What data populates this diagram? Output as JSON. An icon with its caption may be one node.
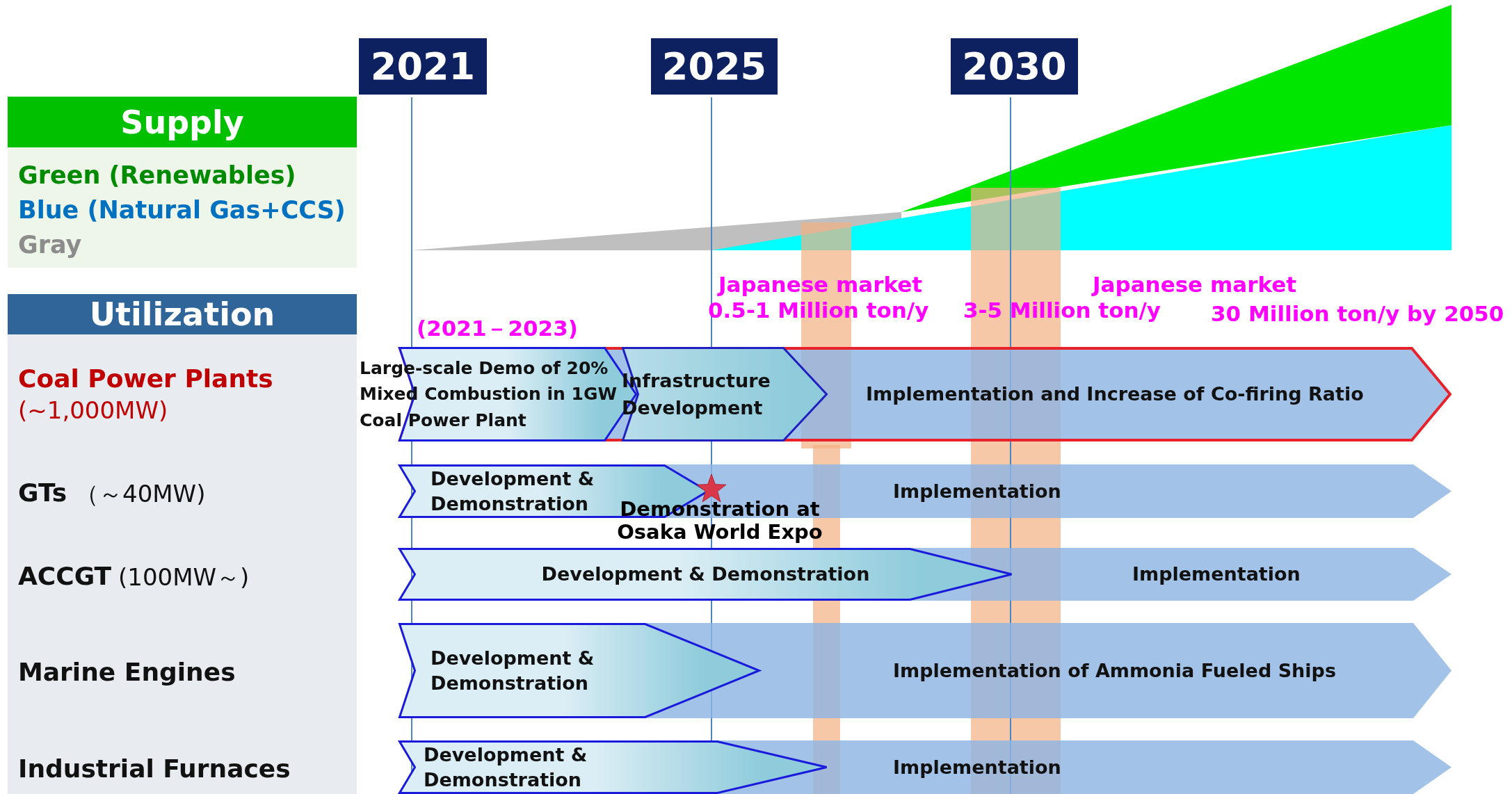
{
  "diagram": {
    "nodes": [
      {
        "text": [
          "2021"
        ]
      },
      {
        "text": [
          "2025"
        ]
      },
      {
        "text": [
          "2030"
        ]
      },
      {
        "text": [
          "Supply"
        ]
      },
      {
        "text": [
          "Utilization"
        ]
      },
      {
        "text": [
          "Implementation and Increase of Co-firing Ratio"
        ]
      },
      {
        "text": [
          "Large-scale Demo of 20% Mixed Combustion in 1GW Coal Power Plant"
        ],
        "in": 5
      },
      {
        "text": [
          "Infrastructure Development"
        ],
        "in": 5
      },
      {
        "text": [
          "Implementation"
        ]
      },
      {
        "text": [
          "Development & Demonstration"
        ],
        "in": 8
      },
      {
        "text": [],
        "shape": "star",
        "beside": [
          "Demonstration at Osaka World Expo"
        ],
        "in": 8
      },
      {
        "text": [
          "Implementation"
        ]
      },
      {
        "text": [
          "Development & Demonstration"
        ],
        "in": 11
      },
      {
        "text": [
          "Implementation of Ammonia Fueled Ships"
        ]
      },
      {
        "text": [
          "Development & Demonstration"
        ],
        "in": 13
      },
      {
        "text": [
          "Implementation"
        ]
      },
      {
        "text": [
          "Development & Demonstration"
        ],
        "in": 15
      }
    ],
    "labels": [
      "Japanese market",
      "0.5-1 Million ton/y",
      "Japanese market",
      "3-5 Million ton/y",
      "30 Million ton/y by 2050",
      "(2021－2023)",
      "Coal Power Plants",
      "(~1,000MW)",
      "GTs",
      "（～40MW)",
      "ACCGT",
      "(100MW～)",
      "Marine Engines",
      "Industrial Furnaces"
    ],
    "legend": [
      {
        "text": "Green (Renewables)",
        "color": "#008a00"
      },
      {
        "text": "Blue (Natural Gas+CCS)",
        "color": "#0070c0"
      },
      {
        "text": "Gray",
        "color": "#8c8c8c"
      }
    ]
  }
}
